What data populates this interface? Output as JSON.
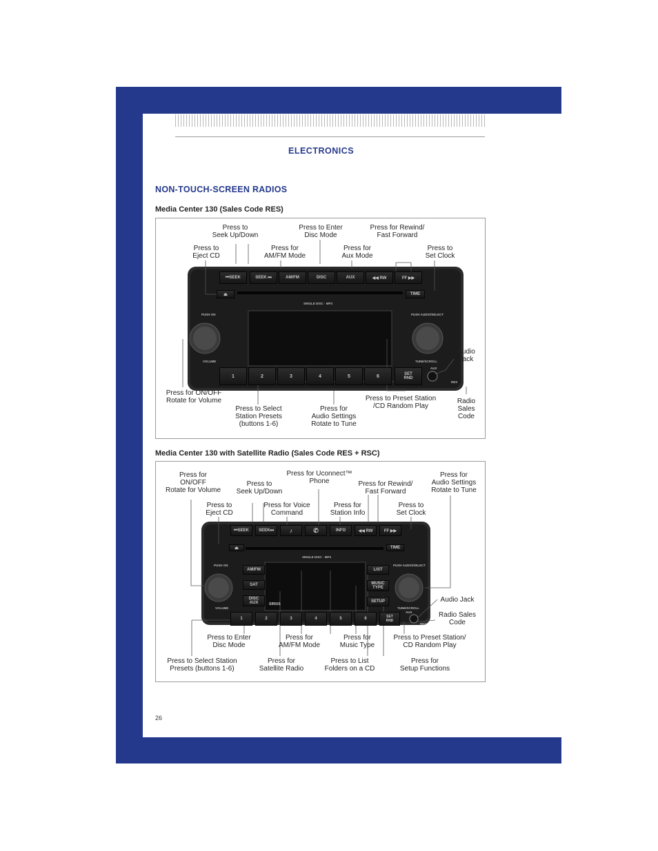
{
  "header": {
    "section": "ELECTRONICS"
  },
  "heading": "NON-TOUCH-SCREEN RADIOS",
  "figure1": {
    "title": "Media Center 130 (Sales Code RES)",
    "callouts": {
      "seek": "Press to\nSeek Up/Down",
      "disc": "Press to Enter\nDisc Mode",
      "rwff": "Press for Rewind/\nFast Forward",
      "eject": "Press to\nEject CD",
      "amfm": "Press for\nAM/FM Mode",
      "aux": "Press for\nAux Mode",
      "clock": "Press to\nSet Clock",
      "audiojack": "Audio\nJack",
      "power": "Press for ON/OFF\nRotate for Volume",
      "presets": "Press to Select\nStation Presets\n(buttons 1-6)",
      "audio": "Press for\nAudio Settings\nRotate to Tune",
      "random": "Press to Preset Station\n/CD Random Play",
      "salescode": "Radio\nSales\nCode"
    },
    "panel": {
      "seek_down": "⏮SEEK",
      "seek_up": "SEEK ⏭",
      "amfm": "AM/FM",
      "disc": "DISC",
      "aux": "AUX",
      "rw": "◀◀ RW",
      "ff": "FF ▶▶",
      "time": "TIME",
      "eject": "⏏",
      "single_disc": "SINGLE DISC · MP3",
      "push_on": "PUSH ON",
      "volume": "VOLUME",
      "push_audio": "PUSH AUDIO/SELECT",
      "tune": "TUNE/SCROLL",
      "aux_label": "AUX",
      "set_rnd": "SET\nRND",
      "code": "RES",
      "presets": [
        "1",
        "2",
        "3",
        "4",
        "5",
        "6"
      ]
    }
  },
  "figure2": {
    "title": "Media Center 130 with Satellite Radio (Sales Code RES + RSC)",
    "callouts": {
      "power": "Press for\nON/OFF\nRotate for Volume",
      "seek": "Press to\nSeek Up/Down",
      "phone": "Press for Uconnect™\nPhone",
      "rwff": "Press for Rewind/\nFast Forward",
      "audio": "Press for\nAudio Settings\nRotate to Tune",
      "eject": "Press to\nEject CD",
      "voice": "Press for Voice\nCommand",
      "info": "Press for\nStation Info",
      "clock": "Press to\nSet Clock",
      "audiojack": "Audio Jack",
      "salescode": "Radio Sales\nCode",
      "disc": "Press to Enter\nDisc Mode",
      "amfm": "Press for\nAM/FM Mode",
      "musictype": "Press for\nMusic Type",
      "random": "Press to Preset Station/\nCD Random Play",
      "presets": "Press to Select Station\nPresets (buttons 1-6)",
      "satellite": "Press for\nSatellite Radio",
      "list": "Press to List\nFolders on a CD",
      "setup": "Press for\nSetup Functions"
    },
    "panel": {
      "seek_down": "⏮SEEK",
      "seek_up": "SEEK⏭",
      "info": "INFO",
      "rw": "◀◀ RW",
      "ff": "FF ▶▶",
      "time": "TIME",
      "single_disc": "SINGLE DISC · MP3",
      "amfm": "AM/FM",
      "sat": "SAT",
      "disc_aux": "DISC\nAUX",
      "list": "LIST",
      "music_type": "MUSIC\nTYPE",
      "setup": "SETUP",
      "sirius": "SIRIUS",
      "push_on": "PUSH ON",
      "volume": "VOLUME",
      "push_audio": "PUSH AUDIO/SELECT",
      "tune": "TUNE/SCROLL",
      "aux_label": "AUX",
      "set_rnd": "SET\nRND",
      "code": "RES",
      "presets": [
        "1",
        "2",
        "3",
        "4",
        "5",
        "6"
      ]
    }
  },
  "footer": {
    "page_number": "26"
  }
}
